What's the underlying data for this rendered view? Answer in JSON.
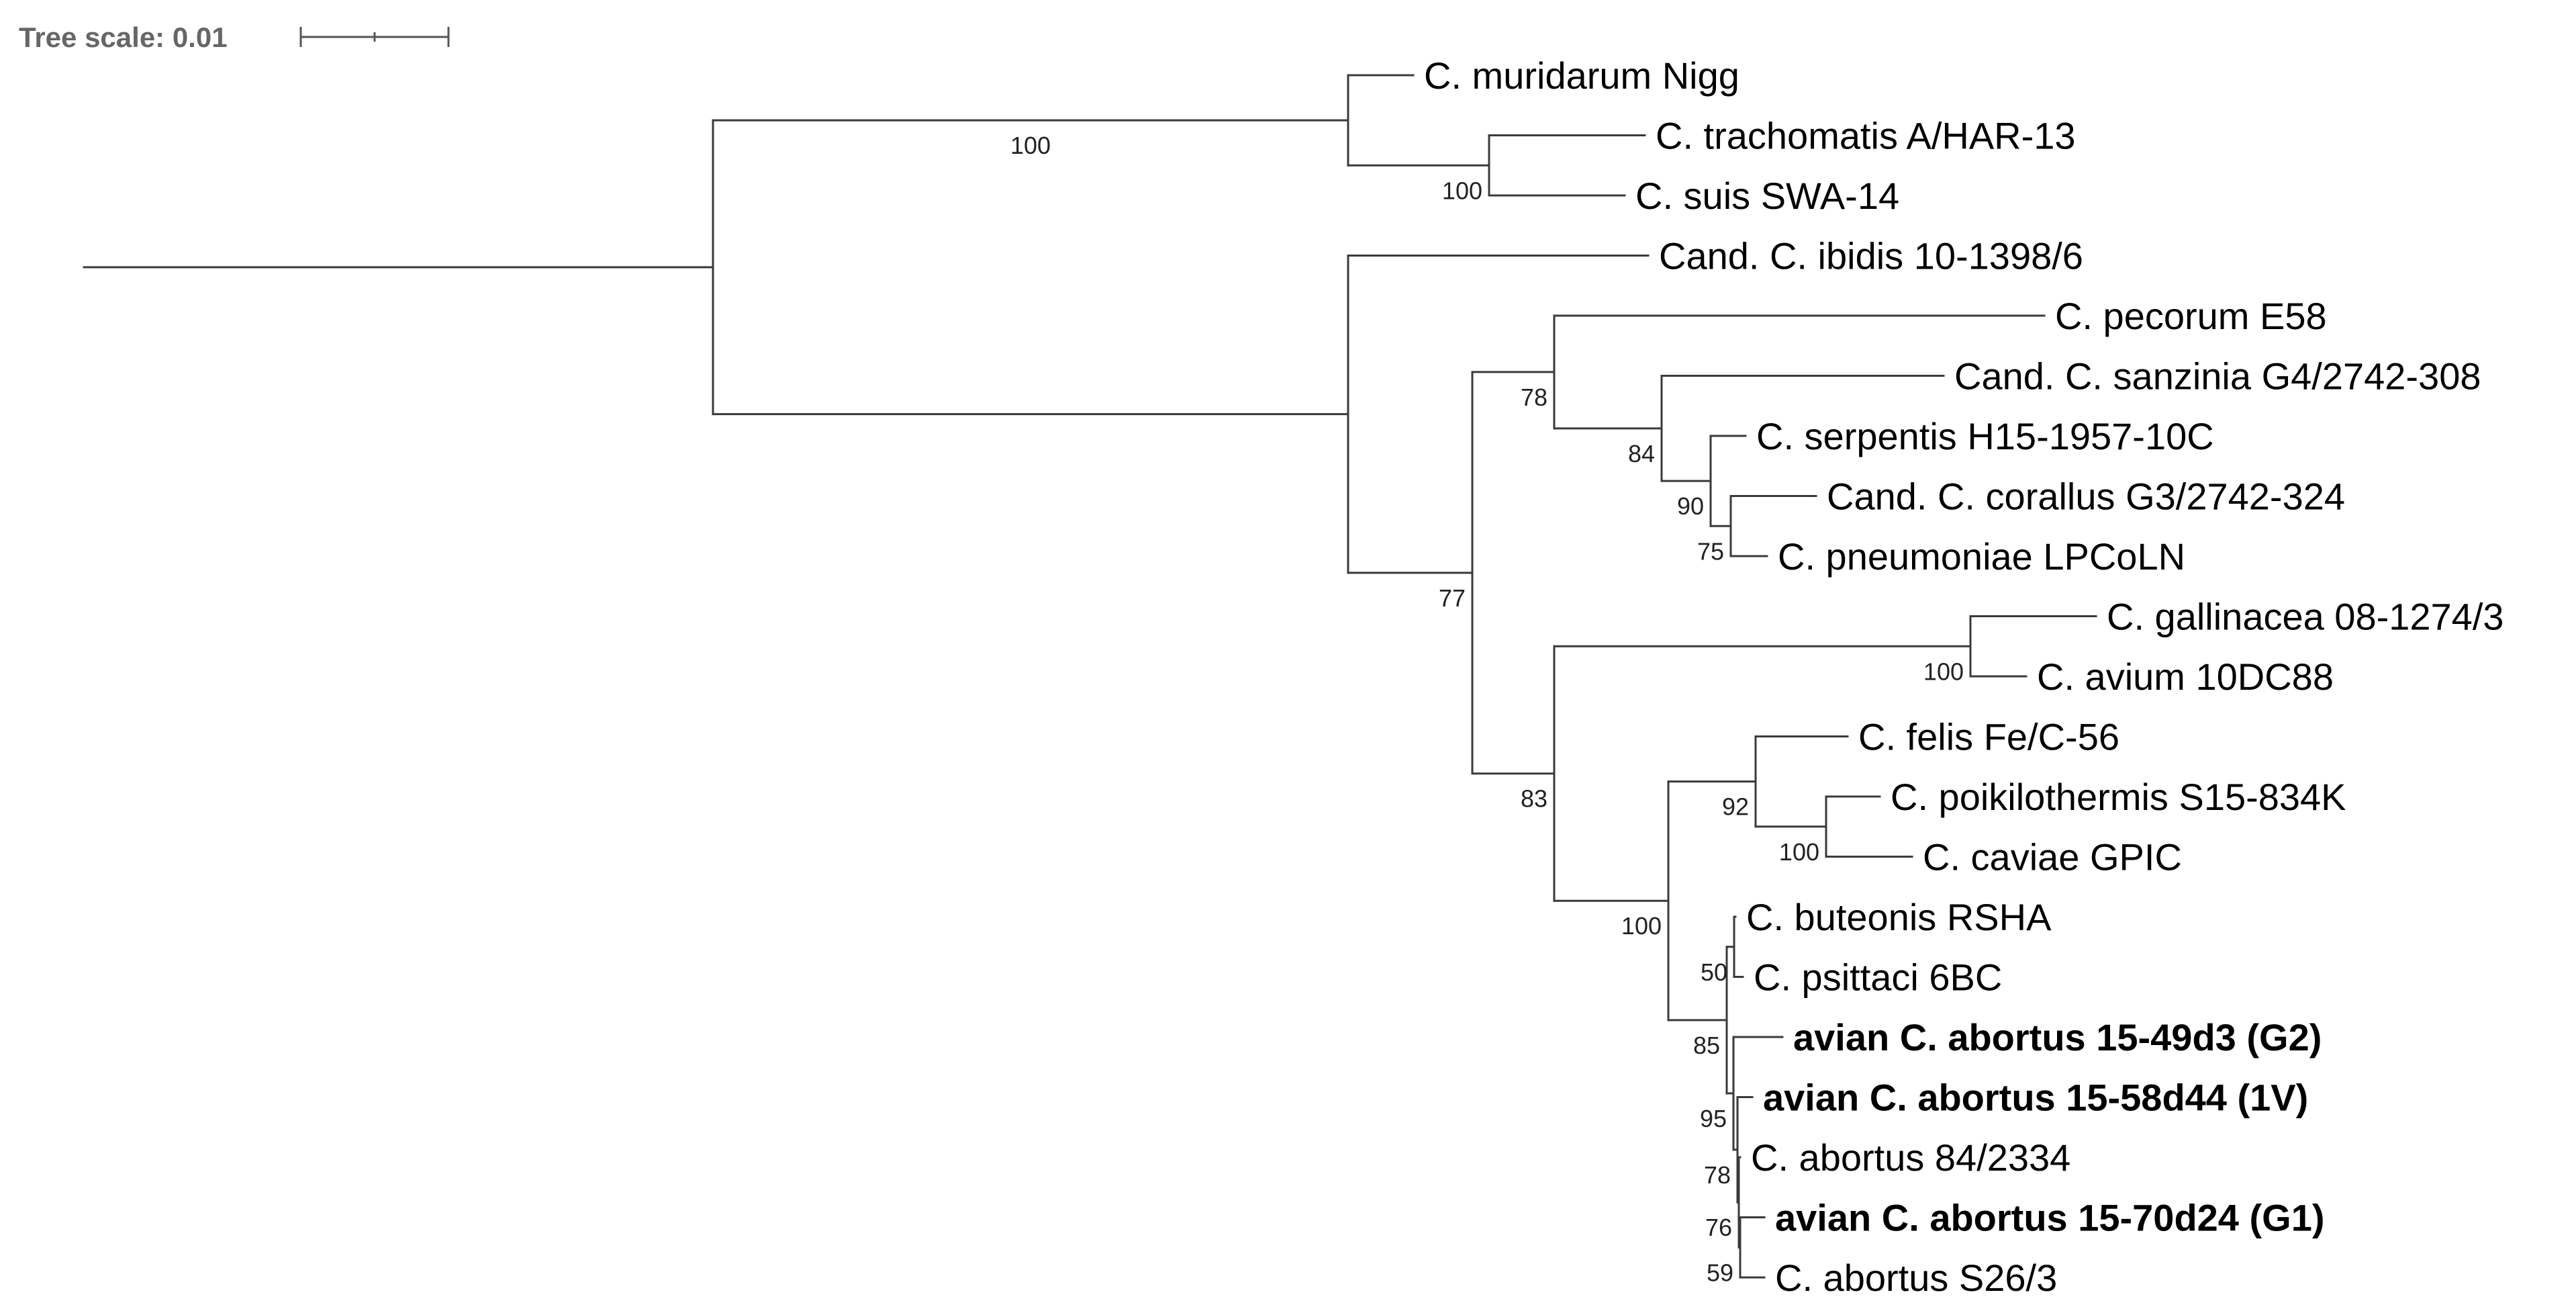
{
  "scale": {
    "label": "Tree scale: 0.01"
  },
  "tree": {
    "name": "root",
    "children": [
      {
        "support": "100",
        "children": [
          {
            "name": "C. muridarum Nigg"
          },
          {
            "support": "100",
            "children": [
              {
                "name": "C. trachomatis A/HAR-13"
              },
              {
                "name": "C. suis SWA-14"
              }
            ]
          }
        ]
      },
      {
        "children": [
          {
            "name": "Cand. C. ibidis 10-1398/6"
          },
          {
            "support": "77",
            "children": [
              {
                "support": "78",
                "children": [
                  {
                    "name": "C. pecorum E58"
                  },
                  {
                    "support": "84",
                    "children": [
                      {
                        "name": "Cand. C. sanzinia G4/2742-308"
                      },
                      {
                        "support": "90",
                        "children": [
                          {
                            "name": "C. serpentis H15-1957-10C"
                          },
                          {
                            "support": "75",
                            "children": [
                              {
                                "name": "Cand. C. corallus G3/2742-324"
                              },
                              {
                                "name": "C. pneumoniae LPCoLN"
                              }
                            ]
                          }
                        ]
                      }
                    ]
                  }
                ]
              },
              {
                "support": "83",
                "children": [
                  {
                    "support": "100",
                    "children": [
                      {
                        "name": "C. gallinacea 08-1274/3"
                      },
                      {
                        "name": "C. avium 10DC88"
                      }
                    ]
                  },
                  {
                    "support": "100",
                    "children": [
                      {
                        "support": "92",
                        "children": [
                          {
                            "name": "C. felis Fe/C-56"
                          },
                          {
                            "support": "100",
                            "children": [
                              {
                                "name": "C. poikilothermis S15-834K"
                              },
                              {
                                "name": "C. caviae GPIC"
                              }
                            ]
                          }
                        ]
                      },
                      {
                        "support": "85",
                        "children": [
                          {
                            "support": "50",
                            "children": [
                              {
                                "name": "C. buteonis RSHA"
                              },
                              {
                                "name": "C. psittaci 6BC"
                              }
                            ]
                          },
                          {
                            "support": "95",
                            "children": [
                              {
                                "name": "avian C. abortus 15-49d3 (G2)",
                                "bold": true
                              },
                              {
                                "support": "78",
                                "children": [
                                  {
                                    "name": "avian C. abortus 15-58d44 (1V)",
                                    "bold": true
                                  },
                                  {
                                    "support": "76",
                                    "children": [
                                      {
                                        "name": "C. abortus 84/2334"
                                      },
                                      {
                                        "support": "59",
                                        "children": [
                                          {
                                            "name": "avian C. abortus 15-70d24 (G1)",
                                            "bold": true
                                          },
                                          {
                                            "name": "C. abortus S26/3"
                                          }
                                        ]
                                      }
                                    ]
                                  }
                                ]
                              }
                            ]
                          }
                        ]
                      }
                    ]
                  }
                ]
              }
            ]
          }
        ]
      }
    ]
  }
}
